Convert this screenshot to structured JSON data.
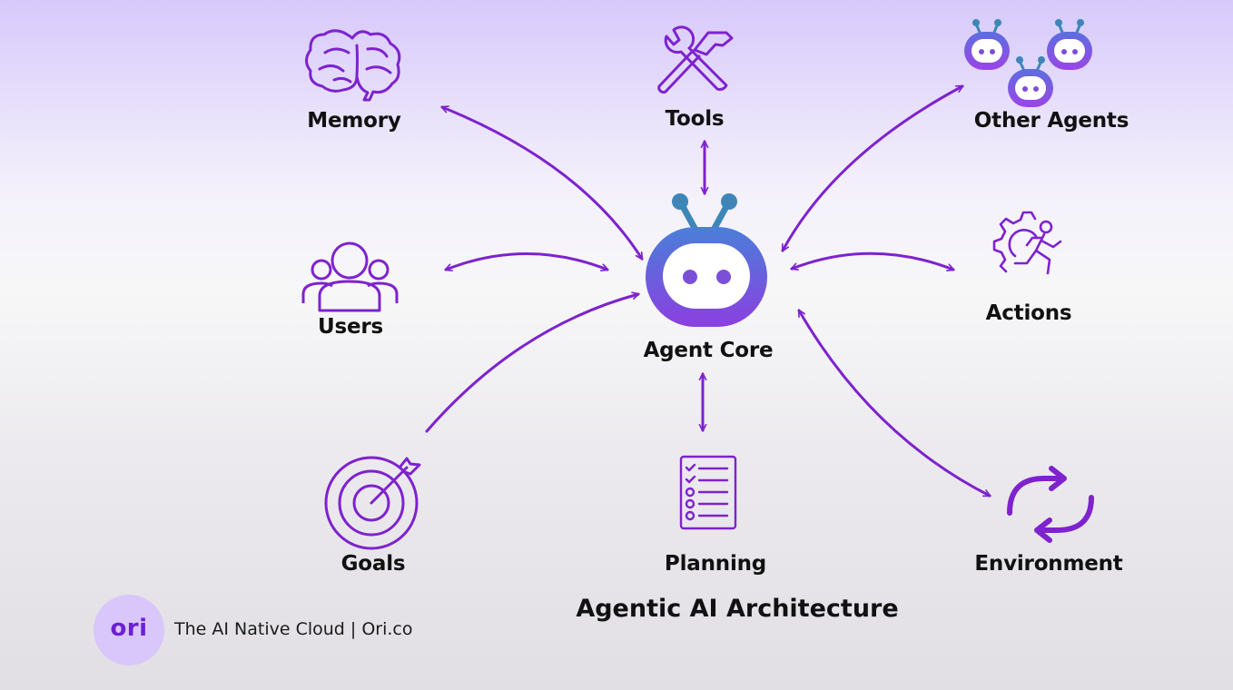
{
  "colors": {
    "accent": "#7e22ce",
    "agent_blue": "#4a76d6",
    "antenna": "#3f86b8"
  },
  "nodes": {
    "memory": {
      "label": "Memory",
      "icon": "brain-icon"
    },
    "tools": {
      "label": "Tools",
      "icon": "wrench-hammer-icon"
    },
    "other_agents": {
      "label": "Other Agents",
      "icon": "robot-group-icon"
    },
    "users": {
      "label": "Users",
      "icon": "users-icon"
    },
    "agent_core": {
      "label": "Agent Core",
      "icon": "robot-icon"
    },
    "actions": {
      "label": "Actions",
      "icon": "gear-runner-icon"
    },
    "goals": {
      "label": "Goals",
      "icon": "target-icon"
    },
    "planning": {
      "label": "Planning",
      "icon": "checklist-icon"
    },
    "environment": {
      "label": "Environment",
      "icon": "cycle-icon"
    }
  },
  "footer": {
    "title": "Agentic AI Architecture",
    "brand_logo_text": "ori",
    "brand_tagline": "The AI Native Cloud | Ori.co"
  }
}
